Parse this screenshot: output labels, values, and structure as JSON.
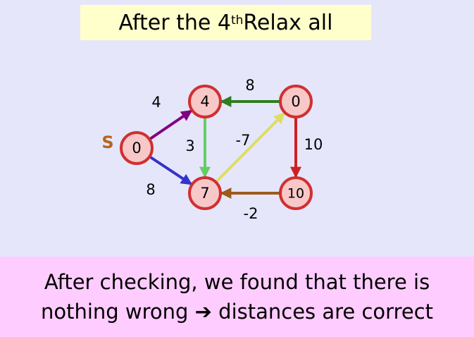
{
  "title": {
    "prefix": "After the 4",
    "sup": "th",
    "suffix": " Relax all"
  },
  "graph": {
    "source_label": "S",
    "nodes": [
      {
        "id": "n0",
        "label": "0"
      },
      {
        "id": "n1",
        "label": "4"
      },
      {
        "id": "n2",
        "label": "0"
      },
      {
        "id": "n3",
        "label": "7"
      },
      {
        "id": "n4",
        "label": "10"
      }
    ],
    "edges": [
      {
        "from": "n0",
        "to": "n1",
        "weight": "4",
        "color": "#800080"
      },
      {
        "from": "n0",
        "to": "n3",
        "weight": "8",
        "color": "#3333cc"
      },
      {
        "from": "n1",
        "to": "n3",
        "weight": "3",
        "color": "#66cc66"
      },
      {
        "from": "n2",
        "to": "n1",
        "weight": "8",
        "color": "#2e7d1e"
      },
      {
        "from": "n3",
        "to": "n2",
        "weight": "-7",
        "color": "#dddd66"
      },
      {
        "from": "n2",
        "to": "n4",
        "weight": "10",
        "color": "#cc2222"
      },
      {
        "from": "n4",
        "to": "n3",
        "weight": "-2",
        "color": "#9c5b1c"
      }
    ],
    "colors": {
      "node_fill": "#f8c8c8",
      "node_stroke": "#d03030",
      "source_label": "#b5651d"
    }
  },
  "conclusion": {
    "line1": "After checking, we found that there is",
    "line2": "nothing wrong ➔ distances are correct"
  }
}
